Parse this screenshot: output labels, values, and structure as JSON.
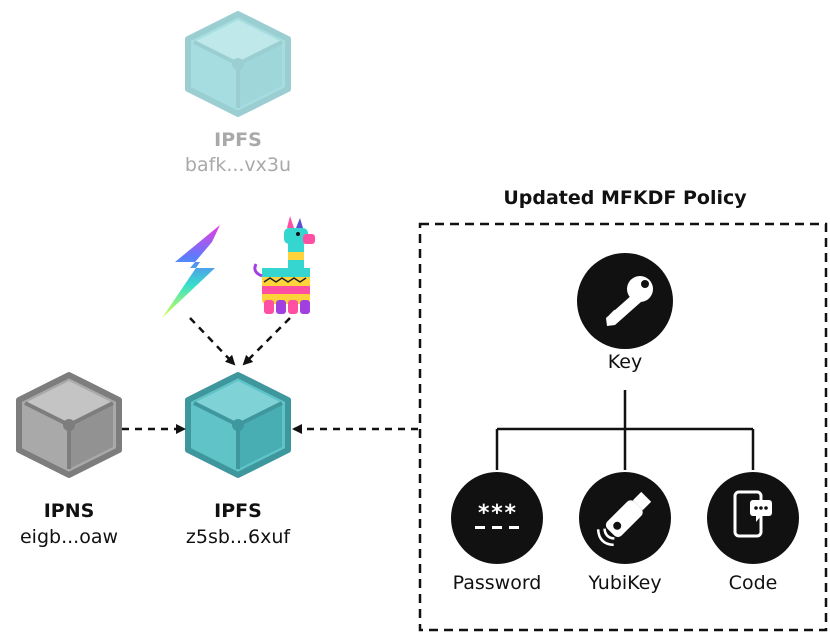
{
  "nodes": {
    "old_ipfs": {
      "title": "IPFS",
      "cid": "bafk...vx3u"
    },
    "ipns": {
      "title": "IPNS",
      "cid": "eigb...oaw"
    },
    "new_ipfs": {
      "title": "IPFS",
      "cid": "z5sb...6xuf"
    }
  },
  "policy": {
    "title": "Updated MFKDF Policy",
    "root": {
      "label": "Key",
      "icon": "key-icon"
    },
    "factors": [
      {
        "label": "Password",
        "icon": "password-dots-icon"
      },
      {
        "label": "YubiKey",
        "icon": "usb-key-icon"
      },
      {
        "label": "Code",
        "icon": "phone-chat-icon"
      }
    ]
  },
  "icons": {
    "lightning": "lightning-bolt-icon",
    "pinata": "llama-pinata-icon"
  },
  "colors": {
    "ipfs_teal": "#5fc3c8",
    "ipfs_faded": "#a8dde0",
    "ipns_gray": "#9b9b9b",
    "circle_black": "#111111"
  }
}
